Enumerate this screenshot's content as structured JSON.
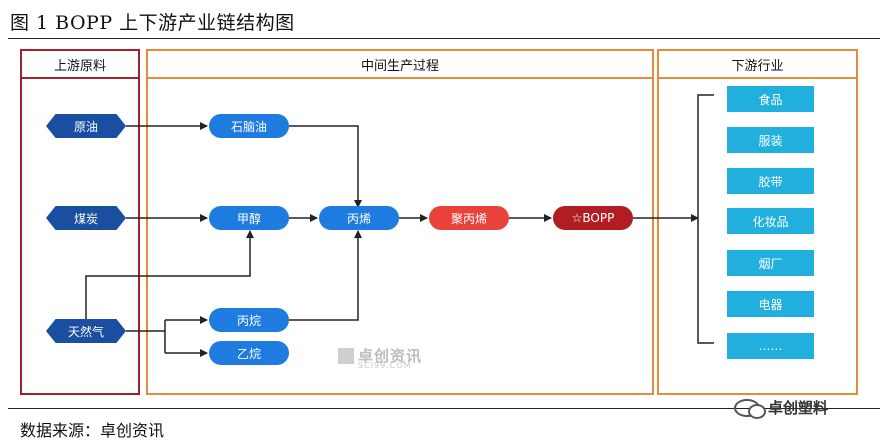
{
  "title": "图 1 BOPP 上下游产业链结构图",
  "panels": {
    "upstream": "上游原料",
    "midstream": "中间生产过程",
    "downstream": "下游行业"
  },
  "raw_materials": [
    "原油",
    "煤炭",
    "天然气"
  ],
  "intermediates": {
    "naphtha": "石脑油",
    "methanol": "甲醇",
    "propylene": "丙烯",
    "propane": "丙烷",
    "ethane": "乙烷",
    "polypropylene": "聚丙烯",
    "bopp": "☆BOPP"
  },
  "downstream_industries": [
    "食品",
    "服装",
    "胶带",
    "化妆品",
    "烟厂",
    "电器",
    "……"
  ],
  "watermark": {
    "name": "卓创资讯",
    "site": "SCI99.COM"
  },
  "source": "数据来源：卓创资讯",
  "brand": "卓创塑料",
  "colors": {
    "upstream_border": "#a3222a",
    "panel_border": "#e88a3c",
    "raw_hex": "#1a4ea0",
    "process_pill": "#1e7ce0",
    "polypropylene_pill": "#e8423a",
    "bopp_pill": "#b01e23",
    "industry_box": "#21b0dd"
  }
}
